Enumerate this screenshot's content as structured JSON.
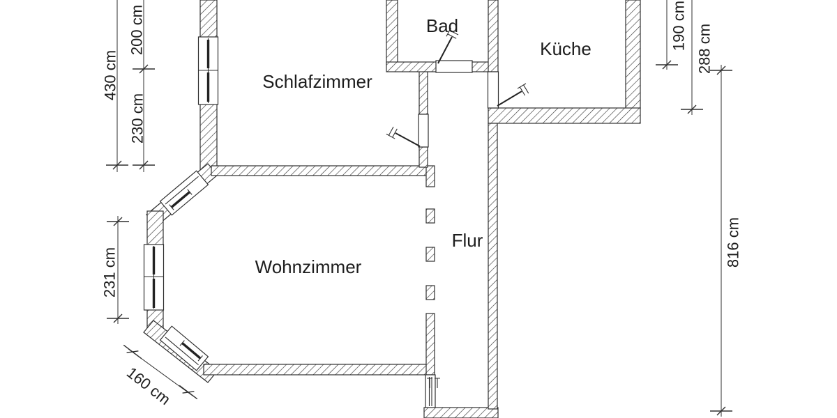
{
  "drawing_type": "apartment floor plan",
  "rooms": {
    "bad": "Bad",
    "kueche": "Küche",
    "schlafzimmer": "Schlafzimmer",
    "wohnzimmer": "Wohnzimmer",
    "flur": "Flur"
  },
  "dimensions": {
    "left_total": "430 cm",
    "left_upper": "200 cm",
    "left_lower": "230 cm",
    "bay_window_wall": "231 cm",
    "bay_diagonal": "160 cm",
    "right_upper": "190 cm",
    "right_kitchen": "288 cm",
    "right_total": "816 cm"
  },
  "colors": {
    "ink": "#2f2f2f",
    "text": "#1d1d1d",
    "paper": "#ffffff"
  }
}
